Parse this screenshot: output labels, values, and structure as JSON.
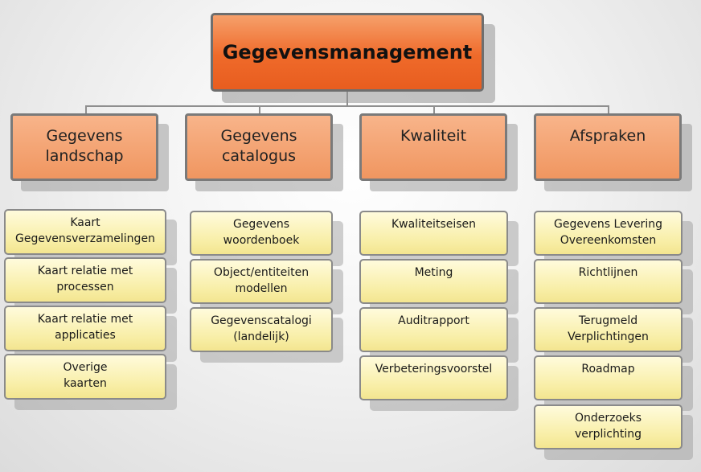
{
  "root": {
    "label": "Gegevensmanagement"
  },
  "columns": [
    {
      "label": "Gegevens\nlandschap",
      "items": [
        "Kaart\nGegevensverzamelingen",
        "Kaart relatie met\nprocessen",
        "Kaart relatie met\napplicaties",
        "Overige\nkaarten"
      ]
    },
    {
      "label": "Gegevens\ncatalogus",
      "items": [
        "Gegevens\nwoordenboek",
        "Object/entiteiten\nmodellen",
        "Gegevenscatalogi\n(landelijk)"
      ]
    },
    {
      "label": "Kwaliteit",
      "items": [
        "Kwaliteitseisen",
        "Meting",
        "Auditrapport",
        "Verbeteringsvoorstel"
      ]
    },
    {
      "label": "Afspraken",
      "items": [
        "Gegevens Levering\nOvereenkomsten",
        "Richtlijnen",
        "Terugmeld\nVerplichtingen",
        "Roadmap",
        "Onderzoeks\nverplichting"
      ]
    }
  ]
}
